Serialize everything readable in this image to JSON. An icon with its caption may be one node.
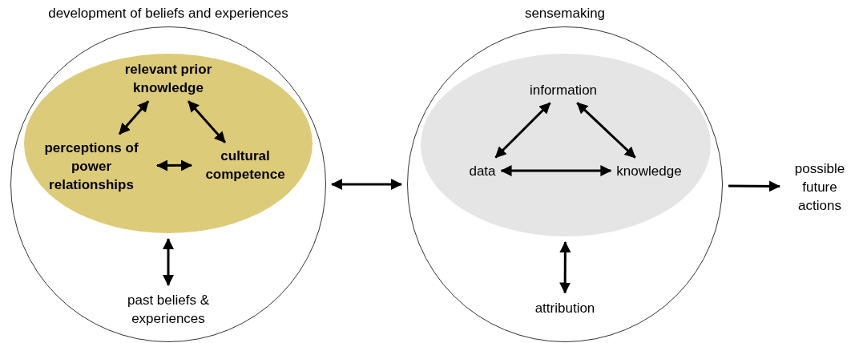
{
  "diagram": {
    "nodes": [
      {
        "text": [
          "development of beliefs and experiences"
        ]
      },
      {
        "text": [],
        "shape": "ellipse",
        "in": 0
      },
      {
        "text": [
          "relevant prior knowledge"
        ],
        "in": 1
      },
      {
        "text": [
          "perceptions of power relationships"
        ],
        "in": 1
      },
      {
        "text": [
          "cultural competence"
        ],
        "in": 1
      },
      {
        "text": [
          "past beliefs & experiences"
        ],
        "in": 0
      },
      {
        "text": [
          "sensemaking"
        ]
      },
      {
        "text": [],
        "shape": "ellipse",
        "in": 6
      },
      {
        "text": [
          "information"
        ],
        "in": 7
      },
      {
        "text": [
          "data"
        ],
        "in": 7
      },
      {
        "text": [
          "knowledge"
        ],
        "in": 7
      },
      {
        "text": [
          "attribution"
        ],
        "in": 6
      },
      {
        "text": [
          "possible future actions"
        ]
      }
    ],
    "edges": [
      {
        "from": 2,
        "to": 3,
        "arrow": "both"
      },
      {
        "from": 2,
        "to": 4,
        "arrow": "both"
      },
      {
        "from": 3,
        "to": 4,
        "arrow": "both"
      },
      {
        "from": 1,
        "to": 5,
        "arrow": "both"
      },
      {
        "from": 0,
        "to": 6,
        "arrow": "both"
      },
      {
        "from": 8,
        "to": 9,
        "arrow": "both"
      },
      {
        "from": 8,
        "to": 10,
        "arrow": "both"
      },
      {
        "from": 9,
        "to": 10,
        "arrow": "both"
      },
      {
        "from": 7,
        "to": 11,
        "arrow": "both"
      },
      {
        "from": 6,
        "to": 12,
        "arrow": "to"
      }
    ]
  }
}
